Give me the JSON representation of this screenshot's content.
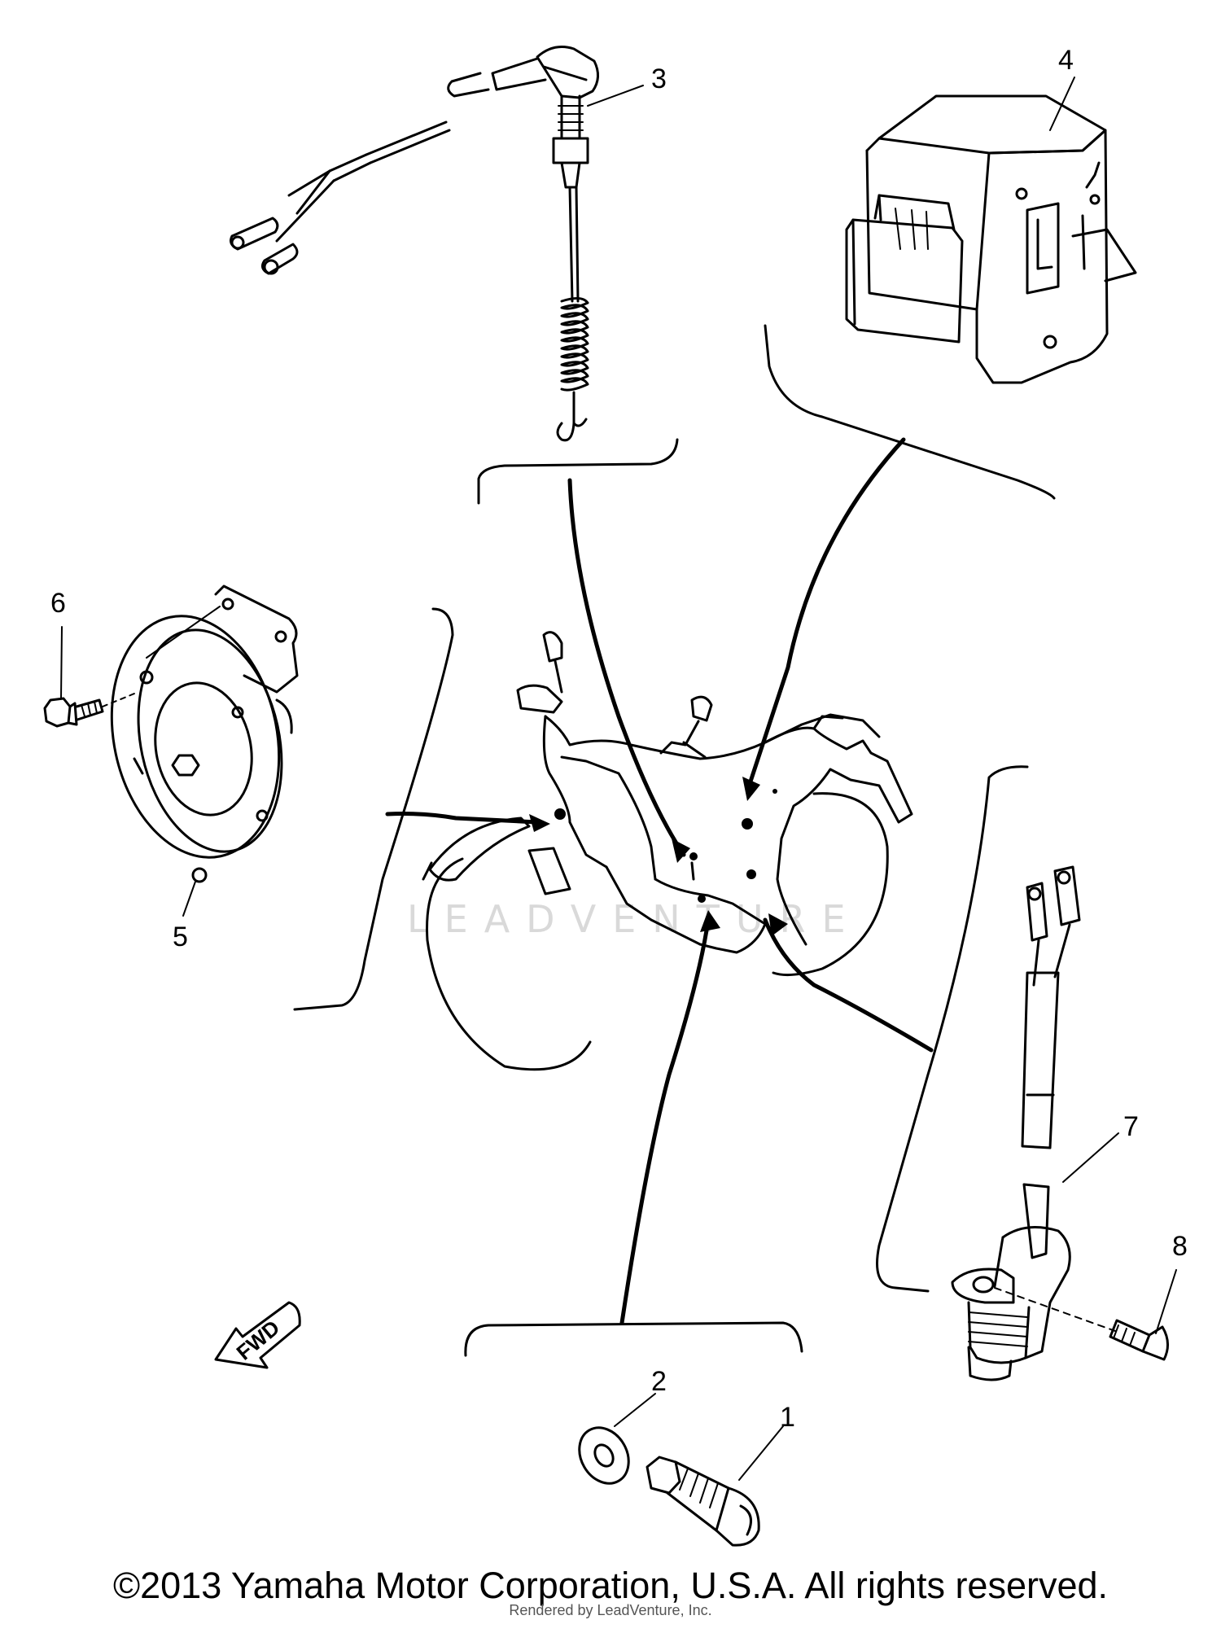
{
  "diagram": {
    "callouts": [
      {
        "id": "1",
        "label": "1"
      },
      {
        "id": "2",
        "label": "2"
      },
      {
        "id": "3",
        "label": "3"
      },
      {
        "id": "4",
        "label": "4"
      },
      {
        "id": "5",
        "label": "5"
      },
      {
        "id": "6",
        "label": "6"
      },
      {
        "id": "7",
        "label": "7"
      },
      {
        "id": "8",
        "label": "8"
      }
    ],
    "direction_arrow": {
      "label": "FWD"
    },
    "watermark": {
      "text": "LEADVENTURE"
    }
  },
  "footer": {
    "copyright": "©2013 Yamaha Motor Corporation, U.S.A. All rights reserved.",
    "rendered_by": "Rendered by LeadVenture, Inc."
  }
}
